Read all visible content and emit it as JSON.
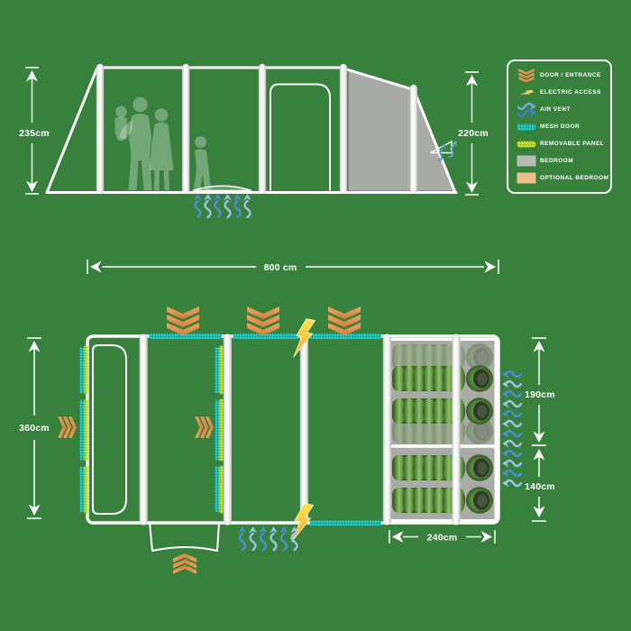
{
  "dimensions": {
    "side_front_height": "235cm",
    "side_rear_height": "220cm",
    "total_length": "800 cm",
    "total_width": "360cm",
    "main_bedroom_width": "190cm",
    "small_bedroom_width": "140cm",
    "bedroom_depth": "240cm"
  },
  "legend": {
    "items": [
      {
        "icon": "door-entrance-icon",
        "label": "DOOR / ENTRANCE"
      },
      {
        "icon": "electric-access-icon",
        "label": "ELECTRIC ACCESS"
      },
      {
        "icon": "air-vent-icon",
        "label": "AIR VENT"
      },
      {
        "icon": "mesh-door-icon",
        "label": "MESH DOOR"
      },
      {
        "icon": "removable-panel-icon",
        "label": "REMOVABLE PANEL"
      },
      {
        "icon": "bedroom-icon",
        "label": "BEDROOM"
      },
      {
        "icon": "optional-bedroom-icon",
        "label": "OPTIONAL BEDROOM"
      }
    ]
  },
  "floor_plan": {
    "door_chevrons": 4,
    "electric_access_points": 2,
    "sleeping_bags": {
      "main_bedroom_solid": 2,
      "main_bedroom_ghost": 2,
      "small_bedroom_solid": 2
    }
  },
  "colors": {
    "background": "#37813D",
    "line": "#FFFFFF",
    "door": "#E0914F",
    "electric": "#FFD21E",
    "vent_dark": "#4A8FD9",
    "vent_light": "#9DC2EC",
    "mesh_door": "#29D2C4",
    "removable_panel": "#C4E532",
    "bedroom": "#A9ABA6",
    "optional_bedroom": "#EFC08D",
    "sleeping_bag": "#8FC468"
  }
}
